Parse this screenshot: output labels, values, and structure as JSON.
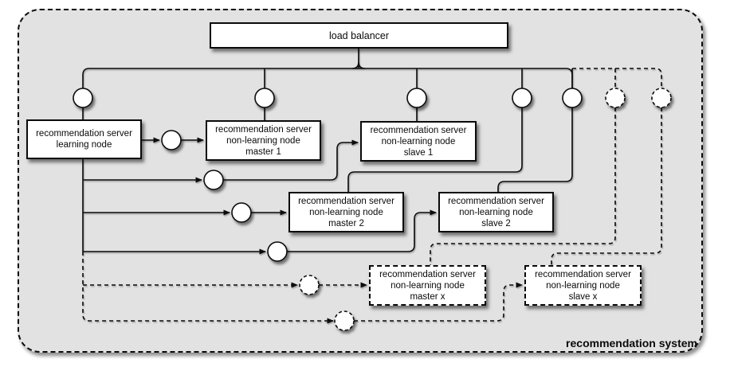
{
  "system_label": "recommendation system",
  "nodes": {
    "load_balancer": {
      "label": "load balancer"
    },
    "learning_node": {
      "lines": [
        "recommendation server",
        "learning node"
      ]
    },
    "master_1": {
      "lines": [
        "recommendation server",
        "non-learning node",
        "master 1"
      ]
    },
    "slave_1": {
      "lines": [
        "recommendation server",
        "non-learning node",
        "slave 1"
      ]
    },
    "master_2": {
      "lines": [
        "recommendation server",
        "non-learning node",
        "master 2"
      ]
    },
    "slave_2": {
      "lines": [
        "recommendation server",
        "non-learning node",
        "slave 2"
      ]
    },
    "master_x": {
      "lines": [
        "recommendation server",
        "non-learning node",
        "master x"
      ]
    },
    "slave_x": {
      "lines": [
        "recommendation server",
        "non-learning node",
        "slave x"
      ]
    }
  },
  "colors": {
    "panel_background": "#e2e2e2",
    "node_fill": "#ffffff",
    "line": "#0a0a0a"
  }
}
